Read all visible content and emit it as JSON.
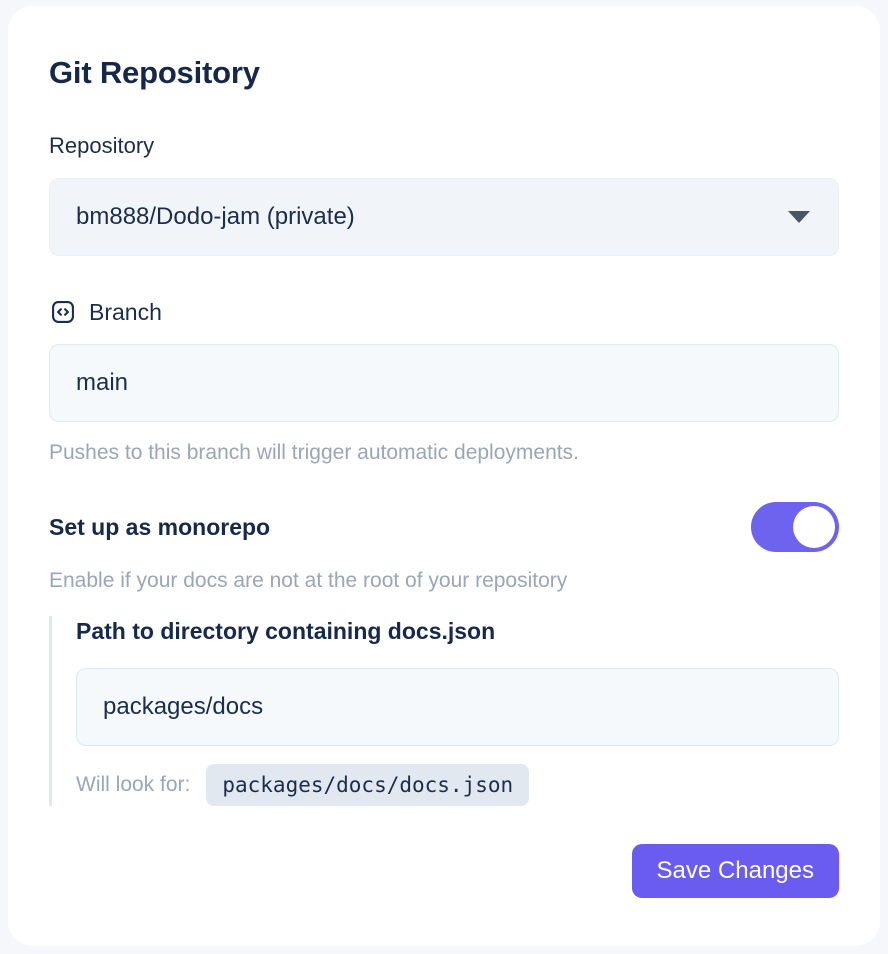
{
  "page": {
    "title": "Git Repository"
  },
  "repository": {
    "label": "Repository",
    "selected": "bm888/Dodo-jam (private)"
  },
  "branch": {
    "label": "Branch",
    "value": "main",
    "helper": "Pushes to this branch will trigger automatic deployments."
  },
  "monorepo": {
    "label": "Set up as monorepo",
    "helper": "Enable if your docs are not at the root of your repository",
    "enabled": true,
    "path": {
      "label": "Path to directory containing docs.json",
      "value": "packages/docs",
      "lookup_label": "Will look for:",
      "lookup_value": "packages/docs/docs.json"
    }
  },
  "actions": {
    "save_label": "Save Changes"
  },
  "icons": {
    "branch_icon": "code-brackets-icon",
    "dropdown_icon": "caret-down-icon"
  },
  "colors": {
    "accent_purple": "#6a5cf0",
    "toggle_purple": "#6e63ef",
    "heading_navy": "#16284a",
    "helper_gray": "#9aa6b8",
    "input_background": "#f6f9fc",
    "chip_background": "#e2e8f0",
    "card_background": "#ffffff",
    "page_background": "#f5f7fa"
  }
}
